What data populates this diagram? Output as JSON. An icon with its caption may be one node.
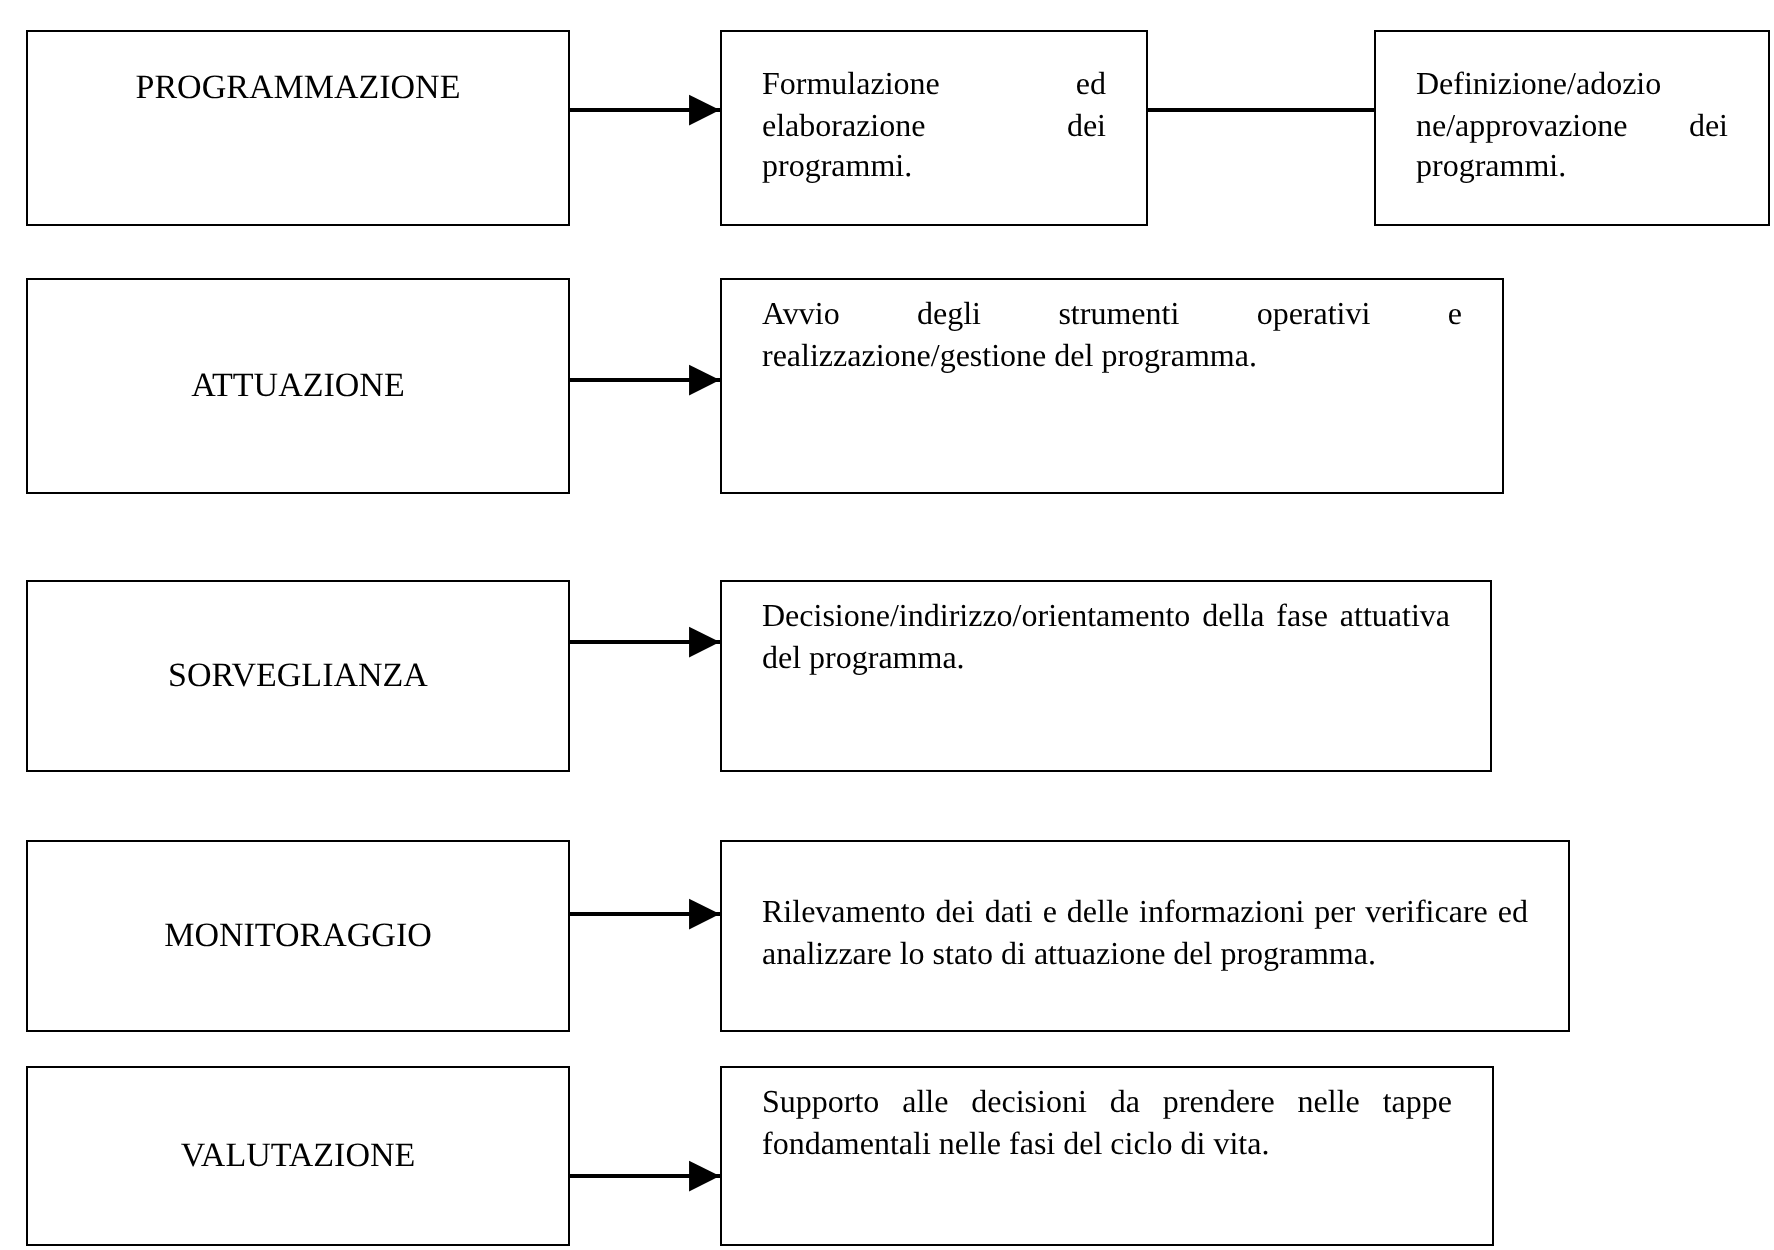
{
  "diagram": {
    "nodes": [
      {
        "text": [
          "PROGRAMMAZIONE"
        ]
      },
      {
        "text": [
          "Formulazione ed elaborazione dei programmi."
        ]
      },
      {
        "text": [
          "Definizione/adozio ne/approvazione dei programmi."
        ]
      },
      {
        "text": [
          "ATTUAZIONE"
        ]
      },
      {
        "text": [
          "Avvio degli strumenti operativi e realizzazione/gestione del programma."
        ]
      },
      {
        "text": [
          "SORVEGLIANZA"
        ]
      },
      {
        "text": [
          "Decisione/indirizzo/orientamento della fase attuativa del programma."
        ]
      },
      {
        "text": [
          "MONITORAGGIO"
        ]
      },
      {
        "text": [
          "Rilevamento dei dati e delle informazioni per verificare ed analizzare lo stato di attuazione del programma."
        ]
      },
      {
        "text": [
          "VALUTAZIONE"
        ]
      },
      {
        "text": [
          "Supporto alle decisioni da prendere nelle tappe fondamentali nelle fasi del ciclo di vita."
        ]
      }
    ],
    "edges": [
      {
        "from": 0,
        "to": 1,
        "arrow": "to"
      },
      {
        "from": 1,
        "to": 2,
        "arrow": "none"
      },
      {
        "from": 3,
        "to": 4,
        "arrow": "to"
      },
      {
        "from": 5,
        "to": 6,
        "arrow": "to"
      },
      {
        "from": 7,
        "to": 8,
        "arrow": "to"
      },
      {
        "from": 9,
        "to": 10,
        "arrow": "to"
      }
    ]
  }
}
